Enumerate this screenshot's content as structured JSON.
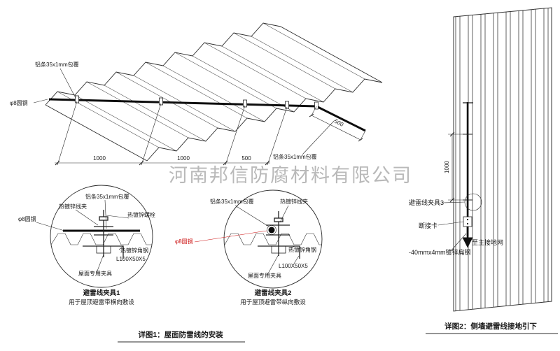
{
  "watermark": "河南邦信防腐材料有限公司",
  "roof": {
    "label_alu_strip_top": "铝条35x1mm包覆",
    "label_alu_strip_right": "铝条35x1mm包覆",
    "label_round_steel": "φ8圆钢",
    "dim_span_1": "1000",
    "dim_span_2": "1000",
    "dim_span_3": "500",
    "dim_overhang": "500"
  },
  "clamp_detail_1": {
    "label_wire_clip": "热镀锌线夹",
    "label_alu_strip": "铝条35x1mm包覆",
    "label_bolt": "热镀锌螺栓",
    "label_round_steel": "φ8圆钢",
    "label_angle_steel": "热镀锌角钢",
    "label_angle_size": "L100X50X5",
    "label_roof_clamp": "屋面专用夹具",
    "title": "避雷线夹具1",
    "subtitle": "用于屋顶避雷带横向敷设"
  },
  "clamp_detail_2": {
    "label_alu_strip": "铝条35x1mm包覆",
    "label_wire_clip": "热镀锌线夹",
    "label_round_steel": "φ8圆钢",
    "label_angle_steel": "热镀锌角钢",
    "label_angle_size": "L100X50X5",
    "label_roof_clamp": "屋面专用夹具",
    "title": "避雷线夹具2",
    "subtitle": "用于屋顶避雷带纵向敷设"
  },
  "wall_detail": {
    "dim_height": "1000",
    "label_clamp_3": "避雷线夹具3",
    "label_disconnect_card": "断接卡",
    "label_to_ground": "至主接地网",
    "label_flat_steel": "-40mmx4mm镀锌扁钢"
  },
  "captions": {
    "detail_1": "详图1：屋面防雷线的安装",
    "detail_2": "详图2：侧墙避雷线接地引下"
  },
  "colors": {
    "line": "#2b2b2b",
    "accent_red": "#cc1111",
    "watermark": "#8b8b8b"
  }
}
